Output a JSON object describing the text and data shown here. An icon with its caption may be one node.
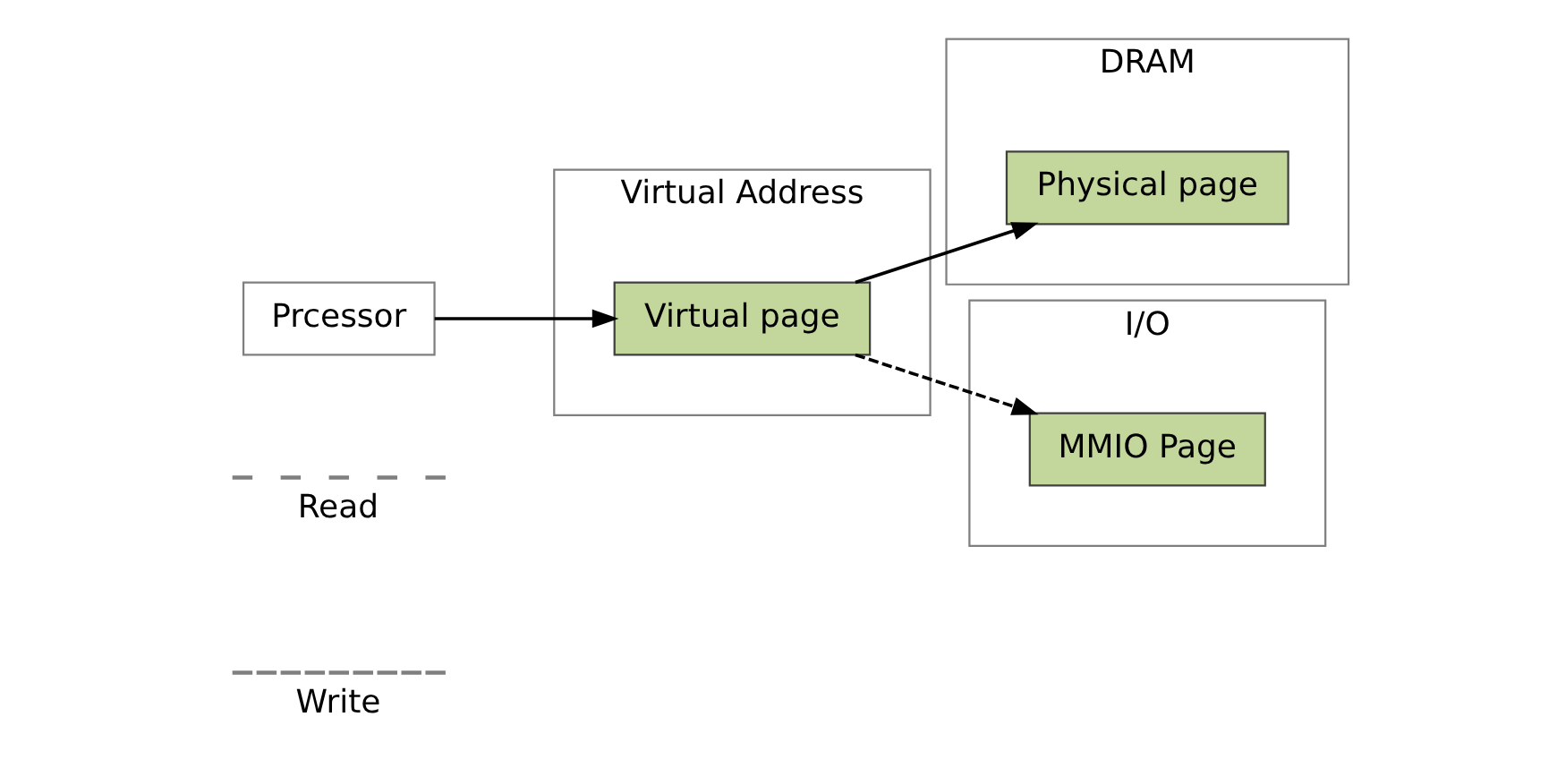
{
  "diagram": {
    "nodes": [
      {
        "text": [
          "Prcessor"
        ]
      },
      {
        "text": [
          "Virtual Address"
        ]
      },
      {
        "text": [
          "Virtual page"
        ],
        "in": 1
      },
      {
        "text": [
          "DRAM"
        ]
      },
      {
        "text": [
          "Physical page"
        ],
        "in": 3
      },
      {
        "text": [
          "I/O"
        ]
      },
      {
        "text": [
          "MMIO Page"
        ],
        "in": 5
      }
    ],
    "edges": [
      {
        "from": 0,
        "to": 2,
        "arrow": "to"
      },
      {
        "from": 2,
        "to": 6,
        "arrow": "to",
        "style": "dashed"
      },
      {
        "from": 2,
        "to": 4,
        "arrow": "to"
      }
    ],
    "legend": [
      {
        "text": "Read"
      },
      {
        "text": "Write"
      }
    ]
  }
}
